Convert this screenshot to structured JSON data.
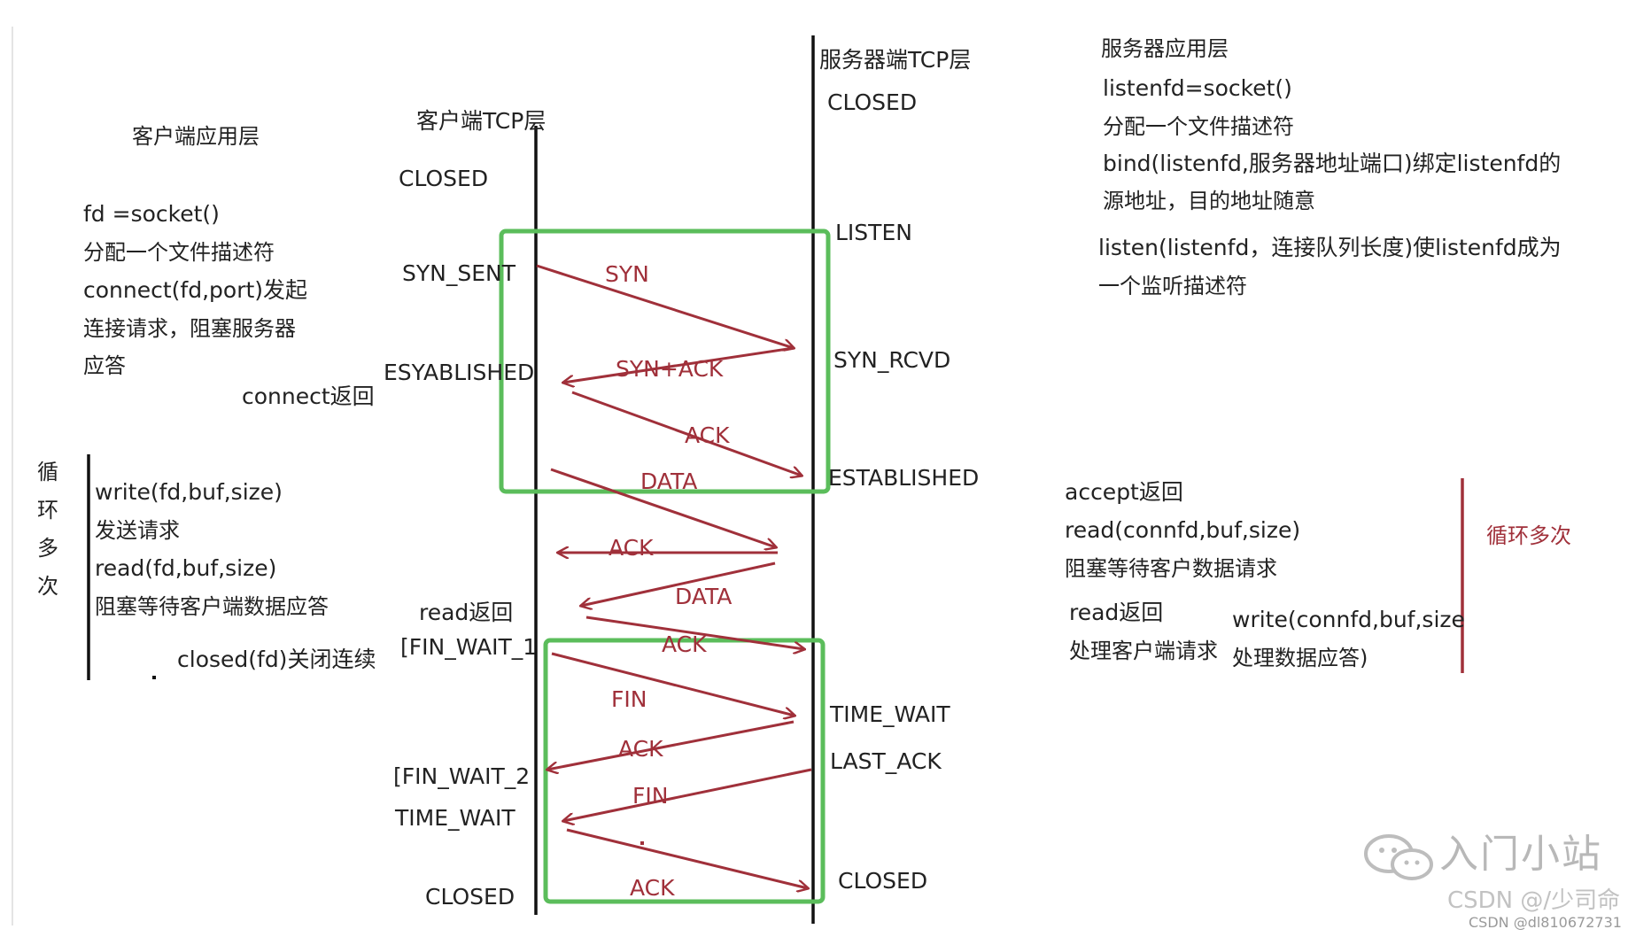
{
  "client_app": {
    "title": "客户端应用层",
    "lines": [
      "fd =socket()",
      "分配一个文件描述符",
      "connect(fd,port)发起",
      "连接请求，阻塞服务器",
      "应答"
    ],
    "connect_return": "connect返回",
    "loop_lines": [
      "write(fd,buf,size)",
      "发送请求",
      "read(fd,buf,size)",
      "阻塞等待客户端数据应答"
    ],
    "close_line": "closed(fd)关闭连续",
    "loop_chars": [
      "循",
      "环",
      "多",
      "次"
    ]
  },
  "client_tcp": {
    "title": "客户端TCP层",
    "states": [
      "CLOSED",
      "SYN_SENT",
      "ESYABLISHED",
      "read返回",
      "[FIN_WAIT_1",
      "[FIN_WAIT_2",
      "TIME_WAIT",
      "CLOSED"
    ]
  },
  "server_tcp": {
    "title": "服务器端TCP层",
    "states": [
      "CLOSED",
      "LISTEN",
      "SYN_RCVD",
      "ESTABLISHED",
      "TIME_WAIT",
      "LAST_ACK",
      "CLOSED"
    ]
  },
  "server_app": {
    "title": "服务器应用层",
    "lines": [
      "listenfd=socket()",
      "分配一个文件描述符",
      "bind(listenfd,服务器地址端口)绑定listenfd的",
      "源地址，目的地址随意",
      "listen(listenfd，连接队列长度)使listenfd成为",
      "一个监听描述符"
    ],
    "loop_lines": [
      "accept返回",
      "read(connfd,buf,size)",
      "阻塞等待客户数据请求",
      "read返回",
      "处理客户端请求"
    ],
    "write_lines": [
      "write(connfd,buf,size",
      "处理数据应答)"
    ],
    "loop_label": "循环多次"
  },
  "messages": [
    "SYN",
    "SYN+ACK",
    "ACK",
    "DATA",
    "ACK",
    "DATA",
    "ACK",
    "FIN",
    "ACK",
    "FIN",
    "ACK"
  ],
  "watermark": {
    "brand": "入门小站",
    "csdn_handle": "CSDN @/少司命",
    "csdn_user": "CSDN @dl810672731"
  },
  "colors": {
    "arrow": "#a0303a",
    "box": "#5bbd5b",
    "timeline": "#111111"
  }
}
